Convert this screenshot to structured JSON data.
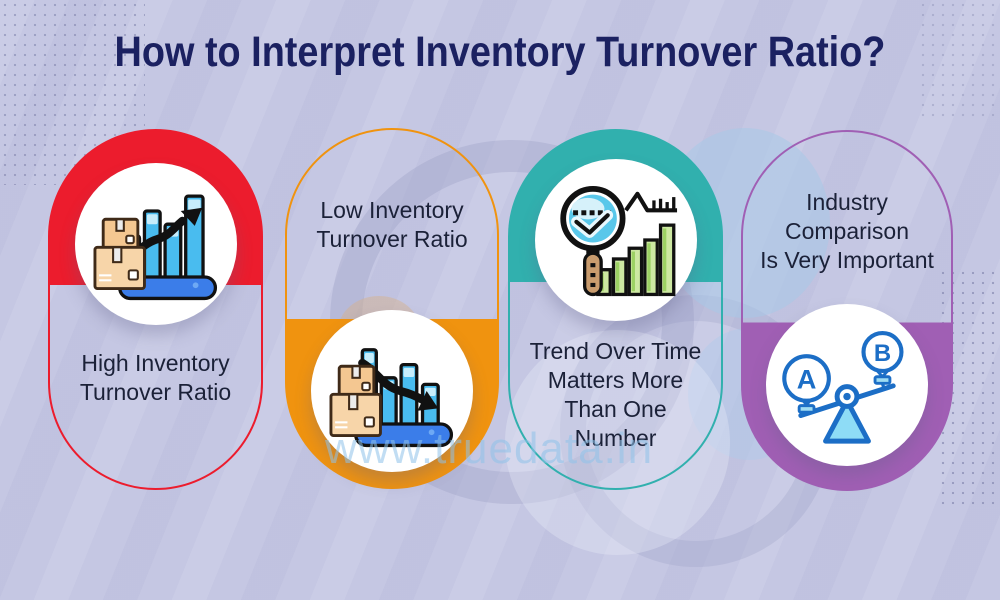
{
  "page": {
    "title": "How to Interpret Inventory Turnover Ratio?",
    "watermark": "www.truedata.in"
  },
  "colors": {
    "background": "#c5c7e3",
    "title": "#1b2161",
    "card_text": "#1b2138",
    "watermark": "#8fc3ea",
    "dot": "#7d81ab",
    "icon_outline": "#111111",
    "scale_blue": "#1c6ec6"
  },
  "cards": [
    {
      "label": "High Inventory\nTurnover Ratio",
      "accent": "#ec1c2d",
      "icon": "inventory-rising-bars-icon",
      "icon_position": "top"
    },
    {
      "label": "Low Inventory\nTurnover Ratio",
      "accent": "#f0930f",
      "icon": "inventory-falling-bars-icon",
      "icon_position": "bottom"
    },
    {
      "label": "Trend Over Time\nMatters More\nThan One\nNumber",
      "accent": "#31b0ae",
      "icon": "magnifier-trend-chart-icon",
      "icon_position": "top"
    },
    {
      "label": "Industry\nComparison\nIs Very Important",
      "accent": "#a05fb4",
      "icon": "balance-scale-comparison-icon",
      "icon_position": "bottom",
      "icon_labels": [
        "A",
        "B"
      ]
    }
  ]
}
